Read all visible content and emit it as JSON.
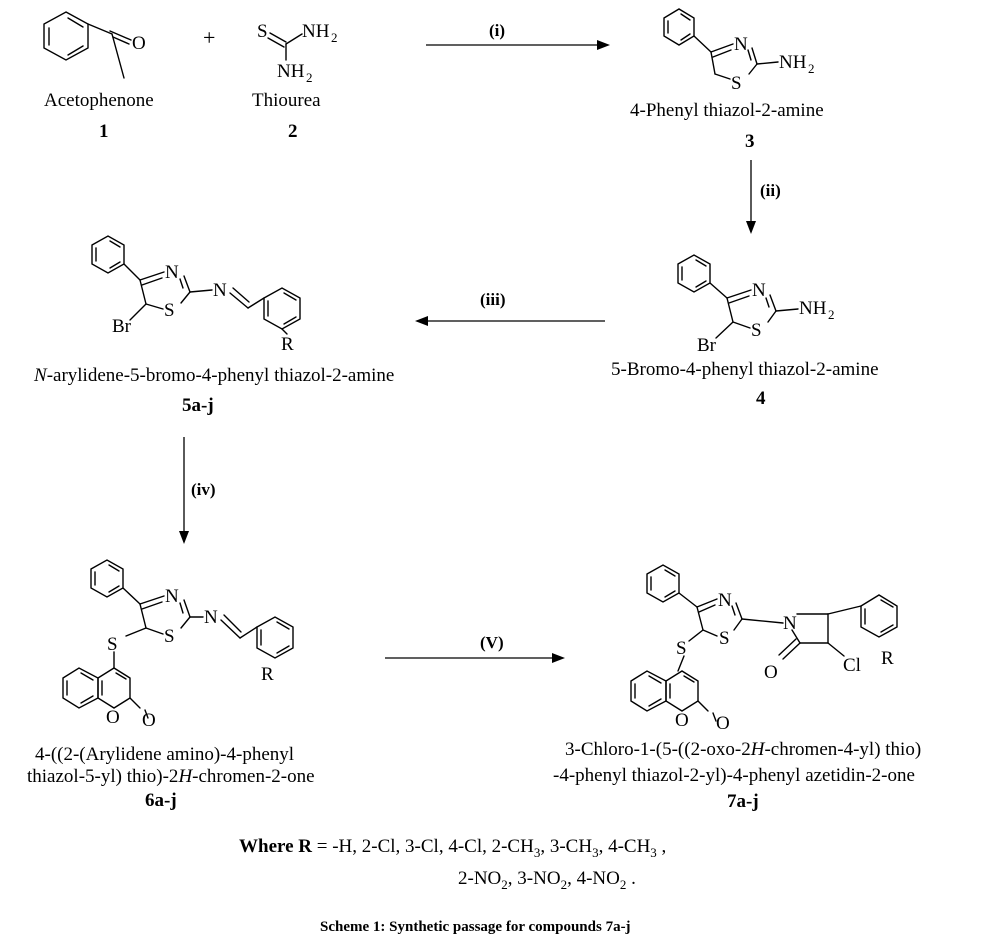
{
  "reactants": {
    "r1": {
      "name": "Acetophenone",
      "number": "1",
      "atom_O": "O"
    },
    "plus": "+",
    "r2": {
      "name": "Thiourea",
      "number": "2",
      "atom_S": "S",
      "atom_N": "NH",
      "atom_N_sub": "2"
    }
  },
  "steps": [
    {
      "id": "i",
      "label": "(i)"
    },
    {
      "id": "ii",
      "label": "(ii)"
    },
    {
      "id": "iii",
      "label": "(iii)"
    },
    {
      "id": "iv",
      "label": "(iv)"
    },
    {
      "id": "v",
      "label": "(V)"
    }
  ],
  "compounds": {
    "c3": {
      "name": "4-Phenyl thiazol-2-amine",
      "number": "3"
    },
    "c4": {
      "name": "5-Bromo-4-phenyl thiazol-2-amine",
      "number": "4"
    },
    "c5": {
      "name_prefix": "N",
      "name_rest": "-arylidene-5-bromo-4-phenyl thiazol-2-amine",
      "number": "5a-j"
    },
    "c6": {
      "name_line1": "4-((2-(Arylidene amino)-4-phenyl",
      "name_line2a": "thiazol-5-yl) thio)-2",
      "name_line2b": "H",
      "name_line2c": "-chromen-2-one",
      "number": "6a-j"
    },
    "c7": {
      "name_line1a": "3-Chloro-1-(5-((2-oxo-2",
      "name_line1b": "H",
      "name_line1c": "-chromen-4-yl) thio)",
      "name_line2": "-4-phenyl thiazol-2-yl)-4-phenyl azetidin-2-one",
      "number": "7a-j"
    }
  },
  "atoms": {
    "N": "N",
    "S": "S",
    "O": "O",
    "Br": "Br",
    "Cl": "Cl",
    "R": "R",
    "NH": "NH",
    "H2sub": "2"
  },
  "substituents": {
    "lead": "Where R",
    "line1_text": " = -H, 2-Cl, 3-Cl, 4-Cl, 2-CH",
    "line1_parts": [
      "3",
      ", 3-CH",
      "3",
      ", 4-CH",
      "3",
      " ,"
    ],
    "line2_parts": [
      "2-NO",
      "2",
      ", 3-NO",
      "2",
      ", 4-NO",
      "2",
      " ."
    ]
  },
  "caption": "Scheme 1: Synthetic passage for compounds 7a-j"
}
